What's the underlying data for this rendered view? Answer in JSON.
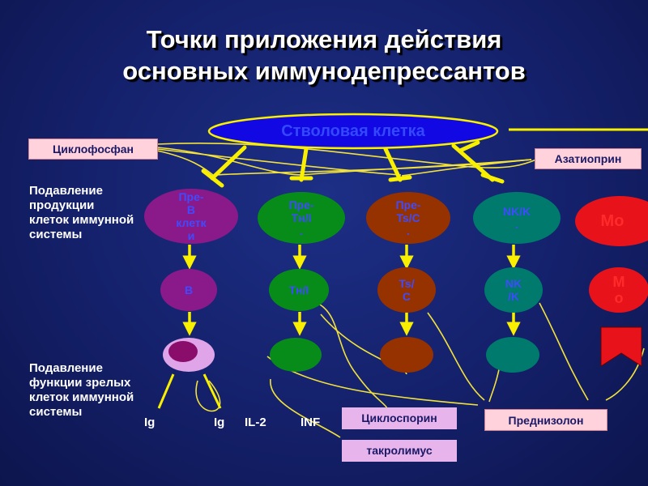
{
  "title": {
    "line1": "Точки приложения действия",
    "line2": "основных иммунодепрессантов"
  },
  "stem_cell": "Стволовая клетка",
  "drugs": {
    "cyclophosphamide": "Циклофосфан",
    "azathioprine": "Азатиоприн",
    "cyclosporine": "Циклоспорин",
    "tacrolimus": "такролимус",
    "prednisolone": "Преднизолон"
  },
  "labels": {
    "suppress_production": "Подавление продукции клеток иммунной системы",
    "suppress_function": "Подавление функции зрелых клеток иммунной системы"
  },
  "precursors": [
    "Пре-\nВ\nклетк\nи",
    "Пре-\nТн/I\n.",
    "Пре-\nTs/C\n.",
    "NK/K\n."
  ],
  "precursor_mo": "Мо",
  "mature": [
    "В",
    "Тн/I",
    "Ts/\nC",
    "NK\n/K"
  ],
  "mature_mo": "М\nо",
  "products": [
    "Ig",
    "Ig",
    "IL-2",
    "INF"
  ],
  "colors": {
    "stem": "#1208e4",
    "b_cell": "#8a1a8a",
    "th_cell": "#078c1a",
    "ts_cell": "#963100",
    "nk_cell": "#007a6c",
    "mo_cell": "#e8131a",
    "arrow": "#f8f000",
    "b_effector_outer": "#e0a4e8",
    "b_effector_nucleus": "#8a0d6c"
  }
}
